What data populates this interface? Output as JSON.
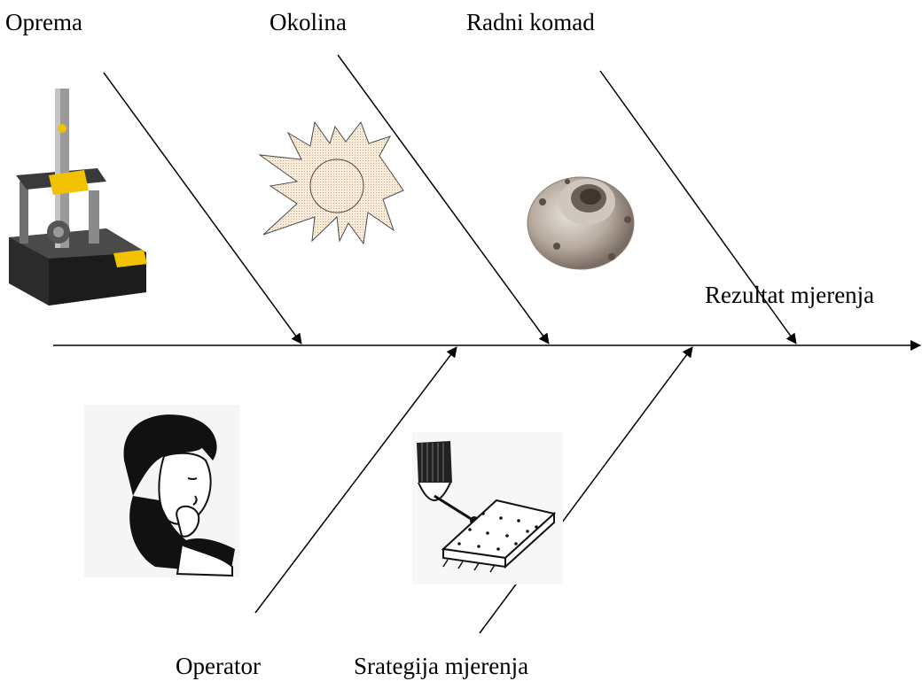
{
  "labels": {
    "equipment": "Oprema",
    "environment": "Okolina",
    "workpiece": "Radni komad",
    "result": "Rezultat mjerenja",
    "operator": "Operator",
    "strategy": "Srategija mjerenja"
  },
  "illustrations": {
    "equipment": "coordinate-measuring-machine",
    "environment": "sun",
    "workpiece": "flange-hub-part",
    "operator": "thinking-man",
    "strategy": "probe-measuring-points"
  }
}
